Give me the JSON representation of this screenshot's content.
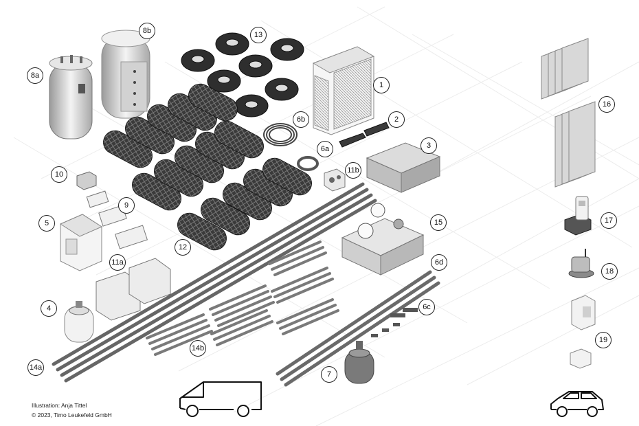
{
  "callouts": {
    "c1": "1",
    "c2": "2",
    "c3": "3",
    "c4": "4",
    "c5": "5",
    "c6a": "6a",
    "c6b": "6b",
    "c6c": "6c",
    "c6d": "6d",
    "c7": "7",
    "c8a": "8a",
    "c8b": "8b",
    "c9": "9",
    "c10": "10",
    "c11a": "11a",
    "c11b": "11b",
    "c12": "12",
    "c13": "13",
    "c14a": "14a",
    "c14b": "14b",
    "c15": "15",
    "c16": "16",
    "c17": "17",
    "c18": "18",
    "c19": "19"
  },
  "credits": {
    "illustration": "Illustration: Anja Tittel",
    "copyright": "© 2023, Timo Leukefeld GmbH"
  },
  "icons": [
    "van-icon",
    "car-icon"
  ]
}
